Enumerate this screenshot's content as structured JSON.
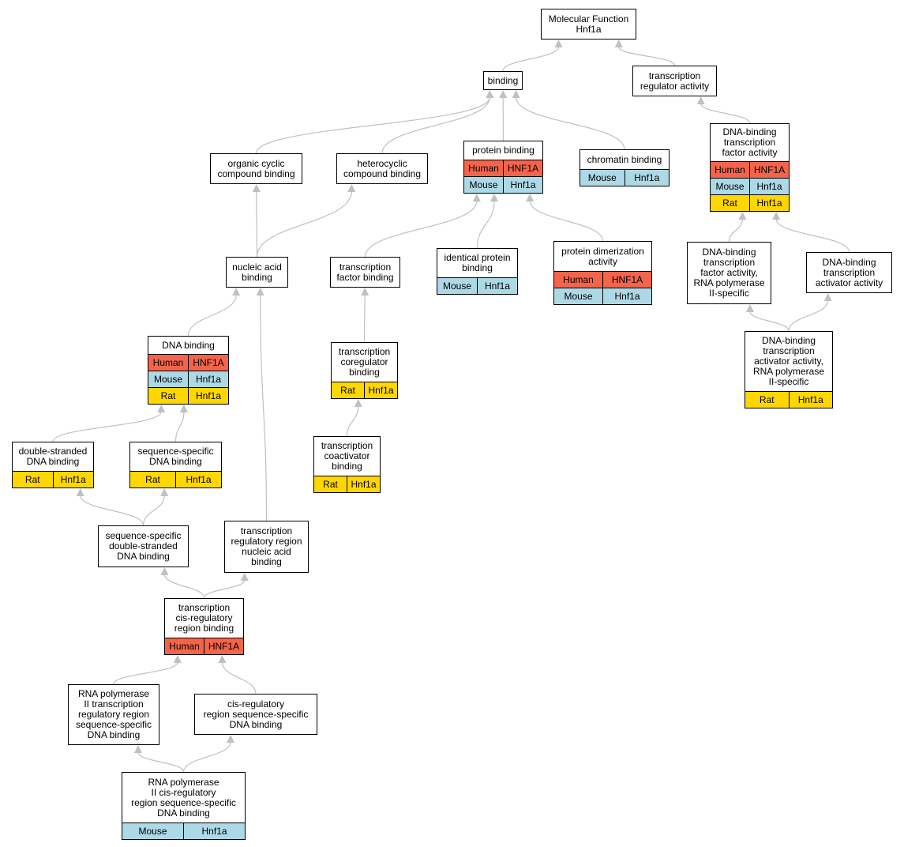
{
  "nodes": [
    {
      "id": "mf",
      "lines": [
        "Molecular Function",
        "Hnf1a"
      ]
    },
    {
      "id": "bind",
      "lines": [
        "binding"
      ]
    },
    {
      "id": "trra",
      "lines": [
        "transcription",
        "regulator activity"
      ]
    },
    {
      "id": "occb",
      "lines": [
        "organic cyclic",
        "compound binding"
      ]
    },
    {
      "id": "hccb",
      "lines": [
        "heterocyclic",
        "compound binding"
      ]
    },
    {
      "id": "pb",
      "lines": [
        "protein binding"
      ],
      "rows": [
        [
          "Human",
          "HNF1A"
        ],
        [
          "Mouse",
          "Hnf1a"
        ]
      ]
    },
    {
      "id": "chb",
      "lines": [
        "chromatin binding"
      ],
      "rows": [
        [
          "Mouse",
          "Hnf1a"
        ]
      ]
    },
    {
      "id": "dbtfa",
      "lines": [
        "DNA-binding",
        "transcription",
        "factor activity"
      ],
      "rows": [
        [
          "Human",
          "HNF1A"
        ],
        [
          "Mouse",
          "Hnf1a"
        ],
        [
          "Rat",
          "Hnf1a"
        ]
      ]
    },
    {
      "id": "nab",
      "lines": [
        "nucleic acid",
        "binding"
      ]
    },
    {
      "id": "tfb",
      "lines": [
        "transcription",
        "factor binding"
      ]
    },
    {
      "id": "ipb",
      "lines": [
        "identical protein",
        "binding"
      ],
      "rows": [
        [
          "Mouse",
          "Hnf1a"
        ]
      ]
    },
    {
      "id": "pda",
      "lines": [
        "protein dimerization",
        "activity"
      ],
      "rows": [
        [
          "Human",
          "HNF1A"
        ],
        [
          "Mouse",
          "Hnf1a"
        ]
      ]
    },
    {
      "id": "dbtfa2",
      "lines": [
        "DNA-binding",
        "transcription",
        "factor activity,",
        "RNA polymerase",
        "II-specific"
      ]
    },
    {
      "id": "dbtaa",
      "lines": [
        "DNA-binding",
        "transcription",
        "activator activity"
      ]
    },
    {
      "id": "dnab",
      "lines": [
        "DNA binding"
      ],
      "rows": [
        [
          "Human",
          "HNF1A"
        ],
        [
          "Mouse",
          "Hnf1a"
        ],
        [
          "Rat",
          "Hnf1a"
        ]
      ]
    },
    {
      "id": "tcb",
      "lines": [
        "transcription",
        "coregulator",
        "binding"
      ],
      "rows": [
        [
          "Rat",
          "Hnf1a"
        ]
      ]
    },
    {
      "id": "dbtaa2",
      "lines": [
        "DNA-binding",
        "transcription",
        "activator activity,",
        "RNA polymerase",
        "II-specific"
      ],
      "rows": [
        [
          "Rat",
          "Hnf1a"
        ]
      ]
    },
    {
      "id": "dsdb",
      "lines": [
        "double-stranded",
        "DNA binding"
      ],
      "rows": [
        [
          "Rat",
          "Hnf1a"
        ]
      ]
    },
    {
      "id": "ssdb",
      "lines": [
        "sequence-specific",
        "DNA binding"
      ],
      "rows": [
        [
          "Rat",
          "Hnf1a"
        ]
      ]
    },
    {
      "id": "tca",
      "lines": [
        "transcription",
        "coactivator",
        "binding"
      ],
      "rows": [
        [
          "Rat",
          "Hnf1a"
        ]
      ]
    },
    {
      "id": "ssds",
      "lines": [
        "sequence-specific",
        "double-stranded",
        "DNA binding"
      ]
    },
    {
      "id": "trrn",
      "lines": [
        "transcription",
        "regulatory region",
        "nucleic acid",
        "binding"
      ]
    },
    {
      "id": "tcrb",
      "lines": [
        "transcription",
        "cis-regulatory",
        "region binding"
      ],
      "rows": [
        [
          "Human",
          "HNF1A"
        ]
      ]
    },
    {
      "id": "rp2t",
      "lines": [
        "RNA polymerase",
        "II transcription",
        "regulatory region",
        "sequence-specific",
        "DNA binding"
      ]
    },
    {
      "id": "crss",
      "lines": [
        "cis-regulatory",
        "region sequence-specific",
        "DNA binding"
      ]
    },
    {
      "id": "rp2c",
      "lines": [
        "RNA polymerase",
        "II cis-regulatory",
        "region sequence-specific",
        "DNA binding"
      ],
      "rows": [
        [
          "Mouse",
          "Hnf1a"
        ]
      ]
    }
  ],
  "colors": {
    "human": "#f4644a",
    "mouse": "#add8e6",
    "rat": "#ffd700",
    "edge": "#c0c0c0"
  }
}
